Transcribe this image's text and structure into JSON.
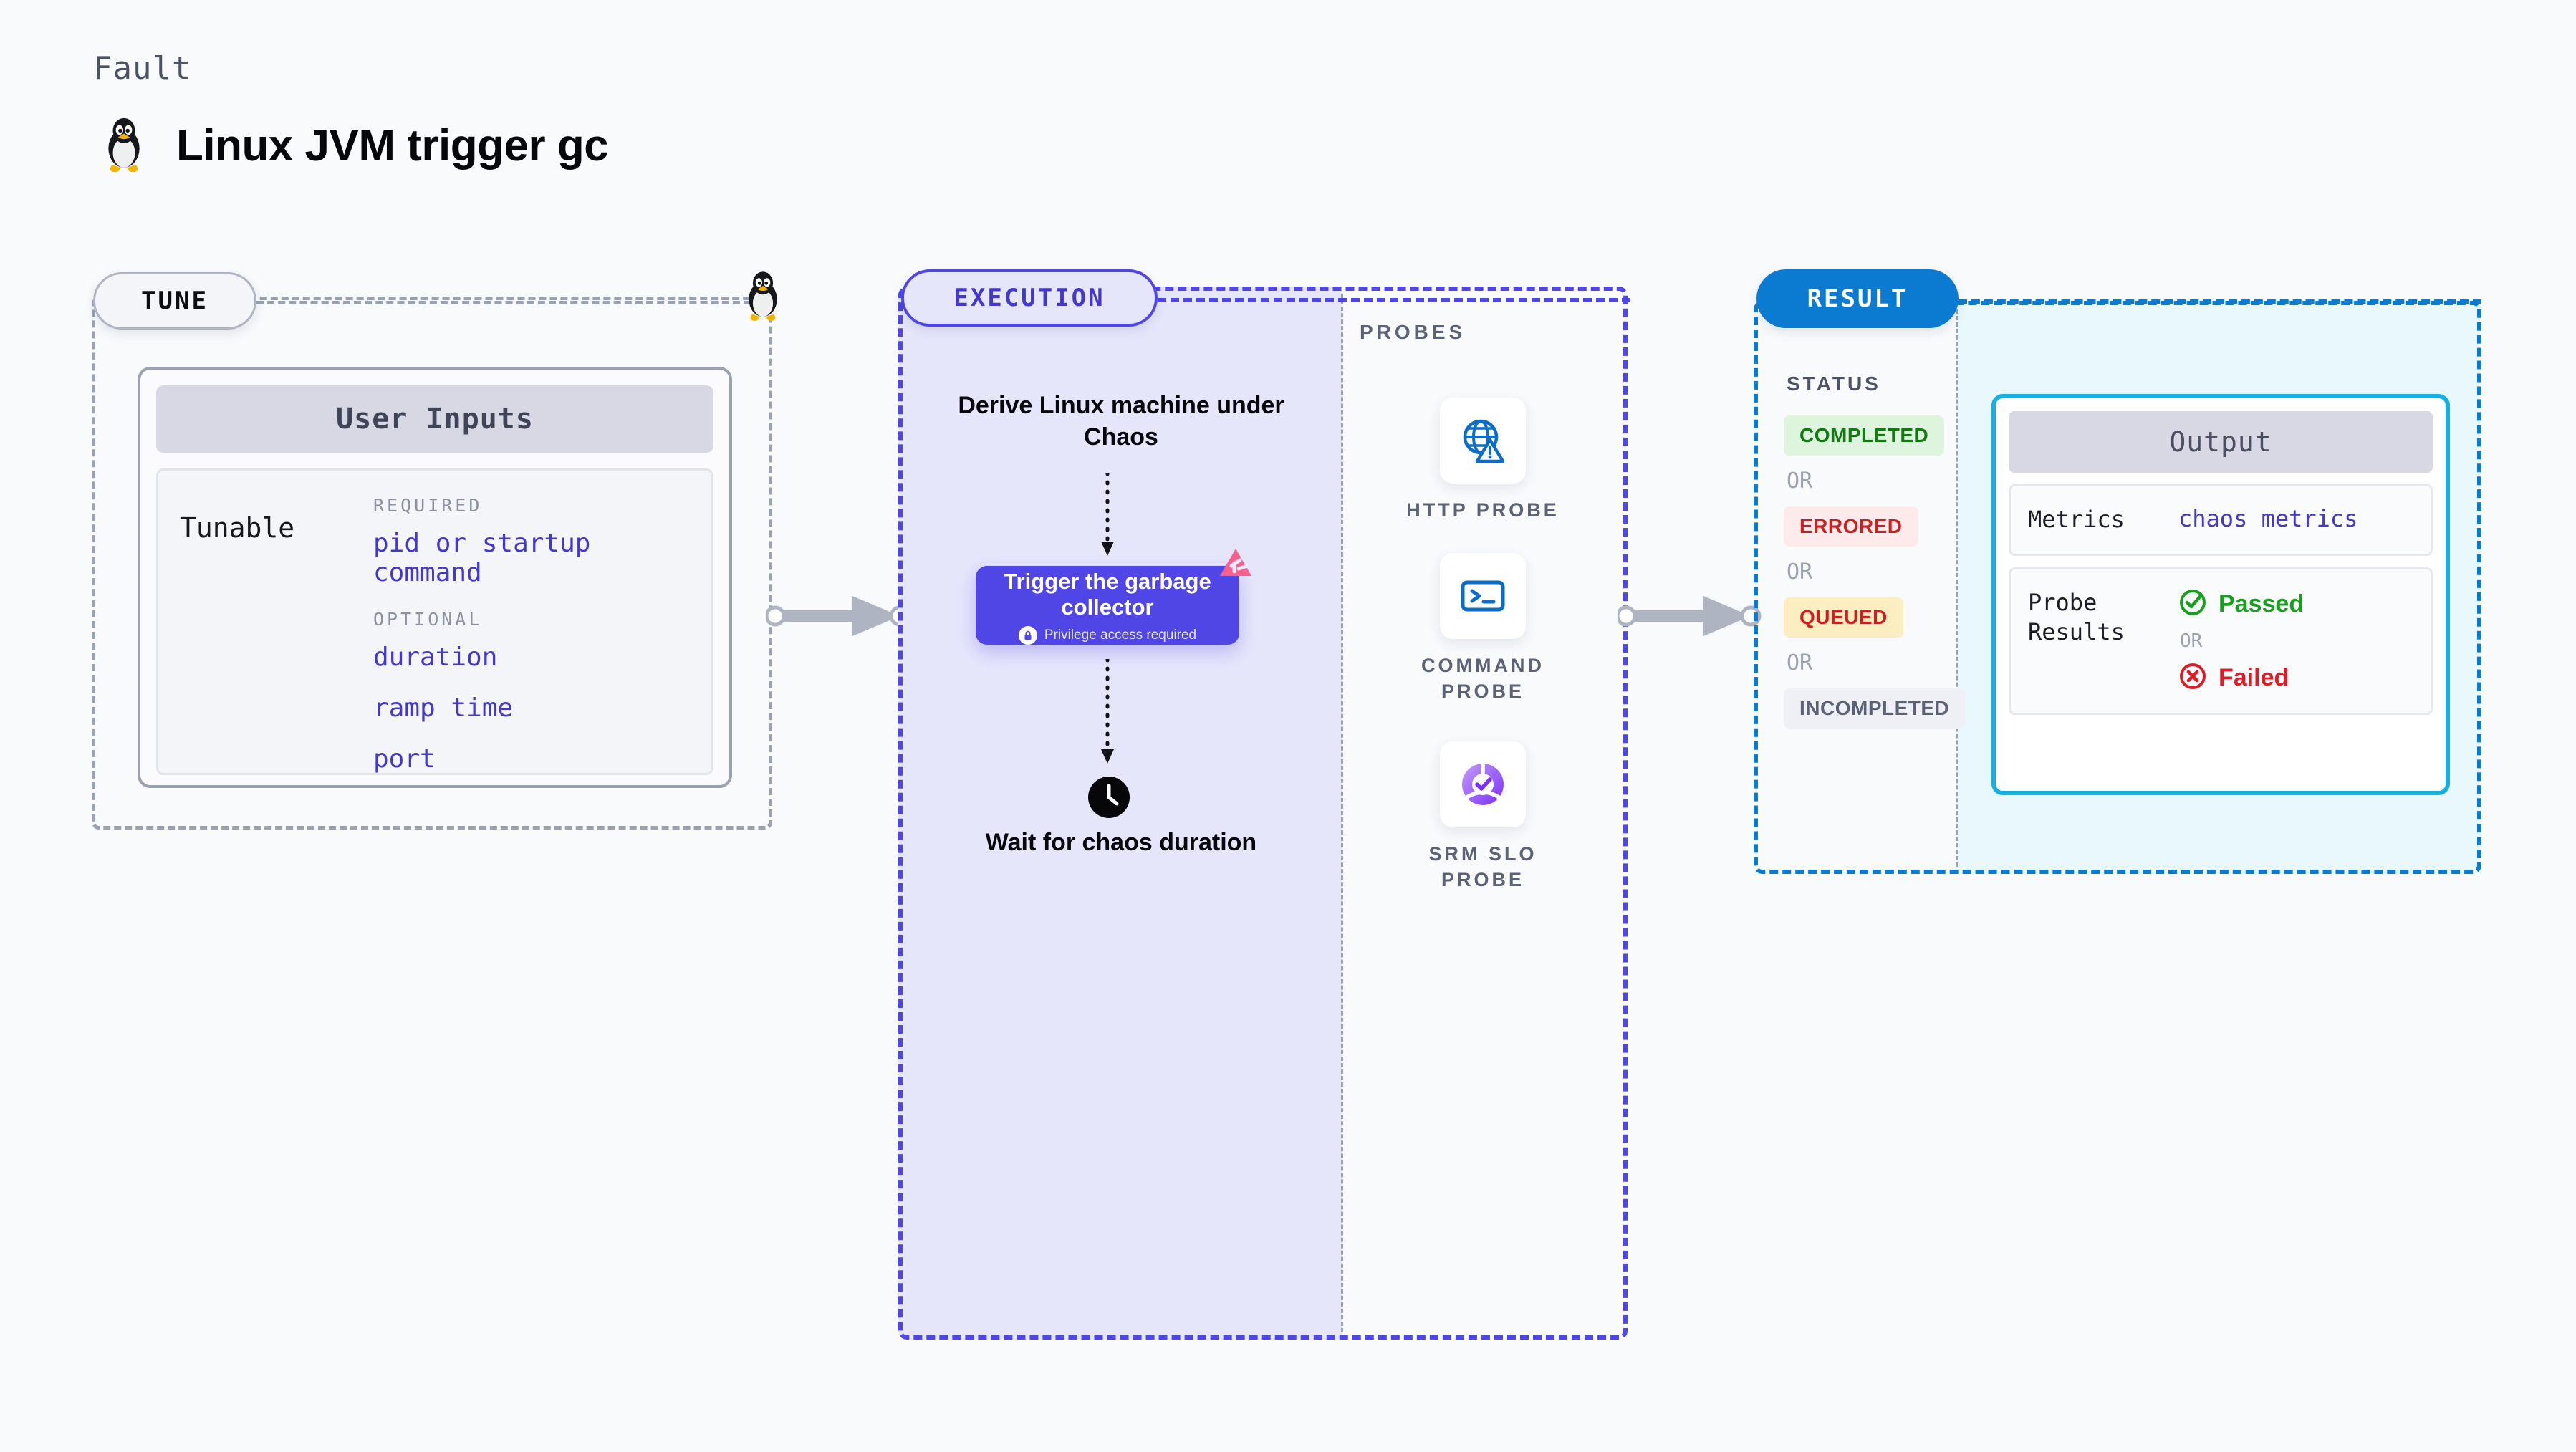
{
  "header": {
    "kicker": "Fault",
    "title": "Linux JVM trigger gc",
    "icon": "linux-tux-icon"
  },
  "tune": {
    "pill_label": "TUNE",
    "card_title": "User Inputs",
    "tunable_label": "Tunable",
    "groups": [
      {
        "label": "REQUIRED",
        "fields": [
          "pid or startup command"
        ]
      },
      {
        "label": "OPTIONAL",
        "fields": [
          "duration",
          "ramp time",
          "port"
        ]
      }
    ]
  },
  "execution": {
    "pill_label": "EXECUTION",
    "step_top": "Derive Linux machine under Chaos",
    "trigger_title": "Trigger the garbage collector",
    "trigger_subtitle": "Privilege access required",
    "trigger_lock_icon": "lock-icon",
    "litmus_icon": "litmus-chaos-icon",
    "wait_icon": "clock-icon",
    "step_bottom": "Wait for chaos duration"
  },
  "probes": {
    "label": "PROBES",
    "items": [
      {
        "caption": "HTTP PROBE",
        "icon": "globe-alert-icon"
      },
      {
        "caption": "COMMAND PROBE",
        "icon": "terminal-icon"
      },
      {
        "caption": "SRM SLO PROBE",
        "icon": "slo-check-icon"
      }
    ]
  },
  "result": {
    "pill_label": "RESULT",
    "status_label": "STATUS",
    "or_label": "OR",
    "statuses": [
      {
        "label": "COMPLETED",
        "bg": "#dcf5dc",
        "fg": "#137a13"
      },
      {
        "label": "ERRORED",
        "bg": "#fdeaea",
        "fg": "#cc1f1f"
      },
      {
        "label": "QUEUED",
        "bg": "#fdeec2",
        "fg": "#cc1f1f"
      },
      {
        "label": "INCOMPLETED",
        "bg": "#eef0f6",
        "fg": "#5c6276"
      }
    ],
    "output": {
      "title": "Output",
      "metrics_key": "Metrics",
      "metrics_value": "chaos metrics",
      "probe_results_key": "Probe Results",
      "passed_label": "Passed",
      "passed_icon": "check-circle-icon",
      "failed_label": "Failed",
      "failed_icon": "x-circle-icon",
      "or_label": "OR"
    }
  },
  "colors": {
    "tune_accent": "#9aa1b1",
    "execution_accent": "#4f46e5",
    "result_accent": "#0b7ad1",
    "output_accent": "#17aee0",
    "link": "#4338ca",
    "passed": "#17a01c",
    "failed": "#e01b24",
    "litmus_pink": "#fb5f8e"
  }
}
